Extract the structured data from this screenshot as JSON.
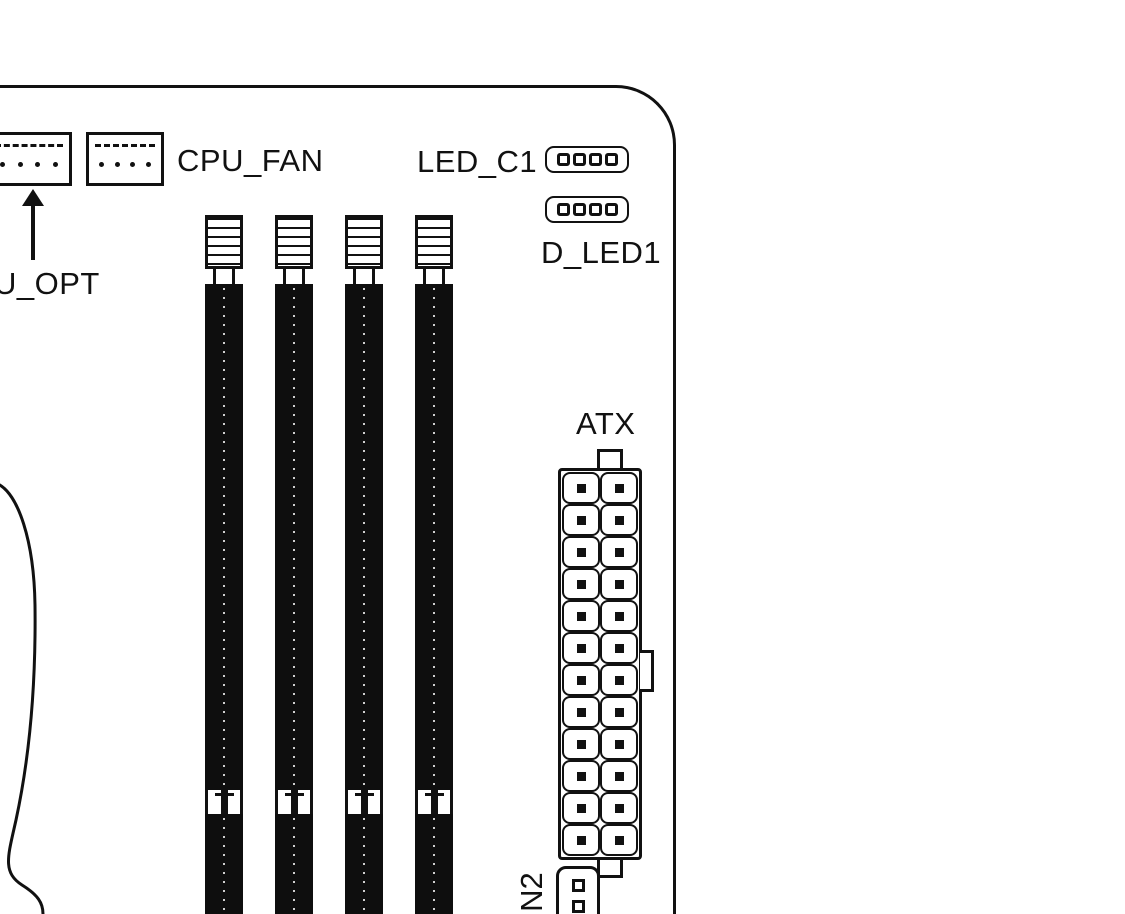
{
  "labels": {
    "cpu_fan": "CPU_FAN",
    "cpu_opt": "U_OPT",
    "led_c1": "LED_C1",
    "d_led1": "D_LED1",
    "atx": "ATX",
    "sys_fan2": "N2"
  },
  "components": {
    "fan_headers": {
      "count": 2,
      "pins": 4
    },
    "led_headers": {
      "count": 2,
      "pins": 4
    },
    "atx_connector": {
      "columns": 2,
      "rows": 12,
      "total_pins": 24
    },
    "dimm_slots": {
      "count": 4
    },
    "sys_fan_header": {
      "visible_pins": 2
    }
  },
  "colors": {
    "line": "#111111",
    "background": "#ffffff",
    "slot_fill": "#0e0e0e"
  }
}
